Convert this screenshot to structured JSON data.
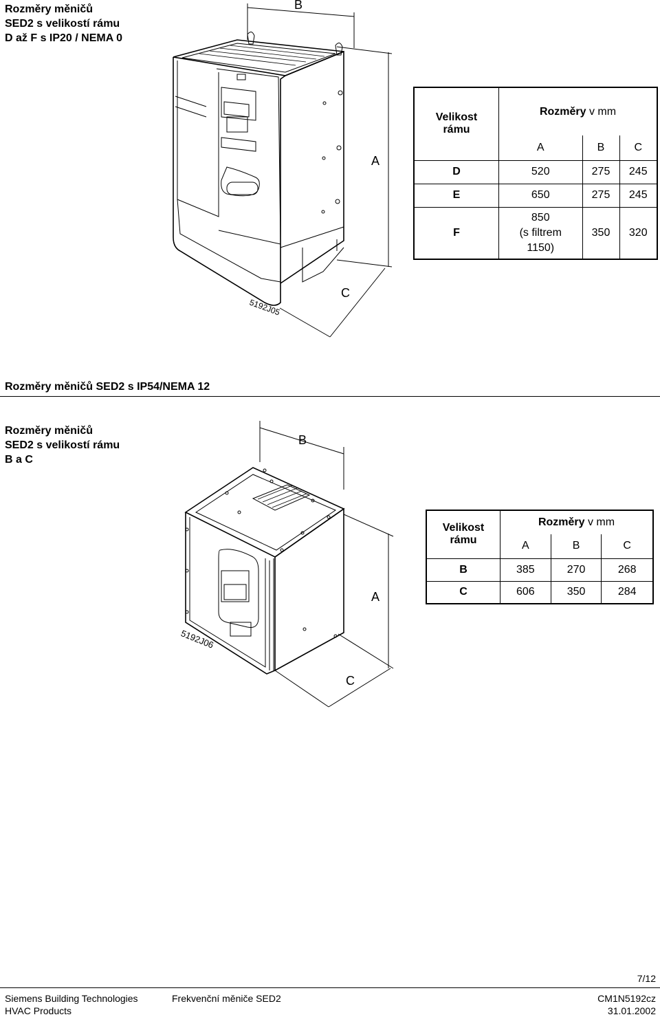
{
  "section1": {
    "heading": [
      "Rozměry měničů",
      "SED2 s velikostí rámu",
      "D až F s IP20 / NEMA 0"
    ],
    "labels": {
      "B": "B",
      "A": "A",
      "C": "C"
    },
    "drawing_code": "5192J05",
    "table": {
      "header_col": [
        "Velikost",
        "rámu"
      ],
      "header_group": "Rozměry v mm",
      "header_group_bold": "Rozměry",
      "header_group_rest": " v mm",
      "cols": [
        "A",
        "B",
        "C"
      ],
      "rows": [
        {
          "frame": "D",
          "A": "520",
          "B": "275",
          "C": "245"
        },
        {
          "frame": "E",
          "A": "650",
          "B": "275",
          "C": "245"
        },
        {
          "frame": "F",
          "A_lines": [
            "850",
            "(s filtrem",
            "1150)"
          ],
          "B": "350",
          "C": "320"
        }
      ]
    }
  },
  "section2": {
    "title": "Rozměry měničů SED2 s IP54/NEMA 12",
    "heading": [
      "Rozměry měničů",
      "SED2 s velikostí rámu",
      "B a C"
    ],
    "labels": {
      "B": "B",
      "A": "A",
      "C": "C"
    },
    "drawing_code": "5192J06",
    "table": {
      "header_col": [
        "Velikost",
        "rámu"
      ],
      "header_group_bold": "Rozměry",
      "header_group_rest": " v mm",
      "cols": [
        "A",
        "B",
        "C"
      ],
      "rows": [
        {
          "frame": "B",
          "A": "385",
          "B": "270",
          "C": "268"
        },
        {
          "frame": "C",
          "A": "606",
          "B": "350",
          "C": "284"
        }
      ]
    }
  },
  "footer": {
    "page": "7/12",
    "company": "Siemens Building Technologies",
    "division": "HVAC Products",
    "doc_title": "Frekvenční měniče SED2",
    "doc_number": "CM1N5192cz",
    "date": "31.01.2002"
  }
}
